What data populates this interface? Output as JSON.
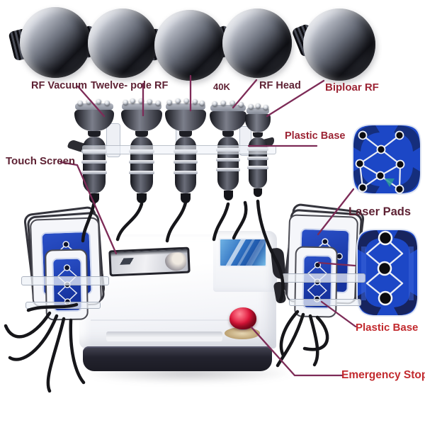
{
  "labels": {
    "rf_vacuum": "RF Vacuum",
    "twelve_pole_rf": "Twelve- pole RF",
    "forty_k": "40K",
    "rf_head": "RF Head",
    "bipolar_rf": "Biploar RF",
    "plastic_base_top": "Plastic Base",
    "touch_screen": "Touch Screen",
    "laser_pads": "Laser Pads",
    "plastic_base_bottom": "Plastic Base",
    "emergency_stop": "Emergency Stop"
  },
  "colors": {
    "label_maroon": "#5e2234",
    "label_red": "#9c2434",
    "label_bright_red": "#c22a2e",
    "annotation_line": "#7d2b57",
    "pad_blue": "#1c47c6",
    "pad_navy": "#152e7c",
    "machine_body_white": "#ffffff",
    "machine_base_dark": "#23232e",
    "emergency_button_red": "#e2163c",
    "cable_black": "#16161a",
    "metal_silver": "#c9ccd4"
  },
  "counts": {
    "handpieces": 5,
    "laser_pad_stacks": 2
  }
}
